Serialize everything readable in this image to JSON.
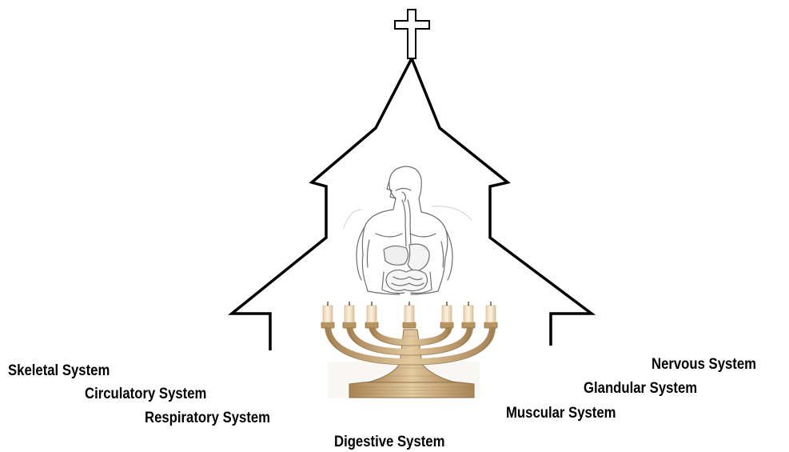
{
  "systems": {
    "skeletal": "Skeletal System",
    "circulatory": "Circulatory System",
    "respiratory": "Respiratory System",
    "digestive": "Digestive System",
    "nervous": "Nervous System",
    "glandular": "Glandular System",
    "muscular": "Muscular System"
  },
  "icons": {
    "cross": "cross-icon",
    "church": "church-outline",
    "body": "human-digestive-anatomy",
    "menorah": "menorah-icon"
  },
  "colors": {
    "outline": "#000000",
    "candle": "#f1e2c6",
    "brass": "#c4a06a",
    "brass_dark": "#8f7047",
    "anatomy_line": "#6e6e6e"
  }
}
